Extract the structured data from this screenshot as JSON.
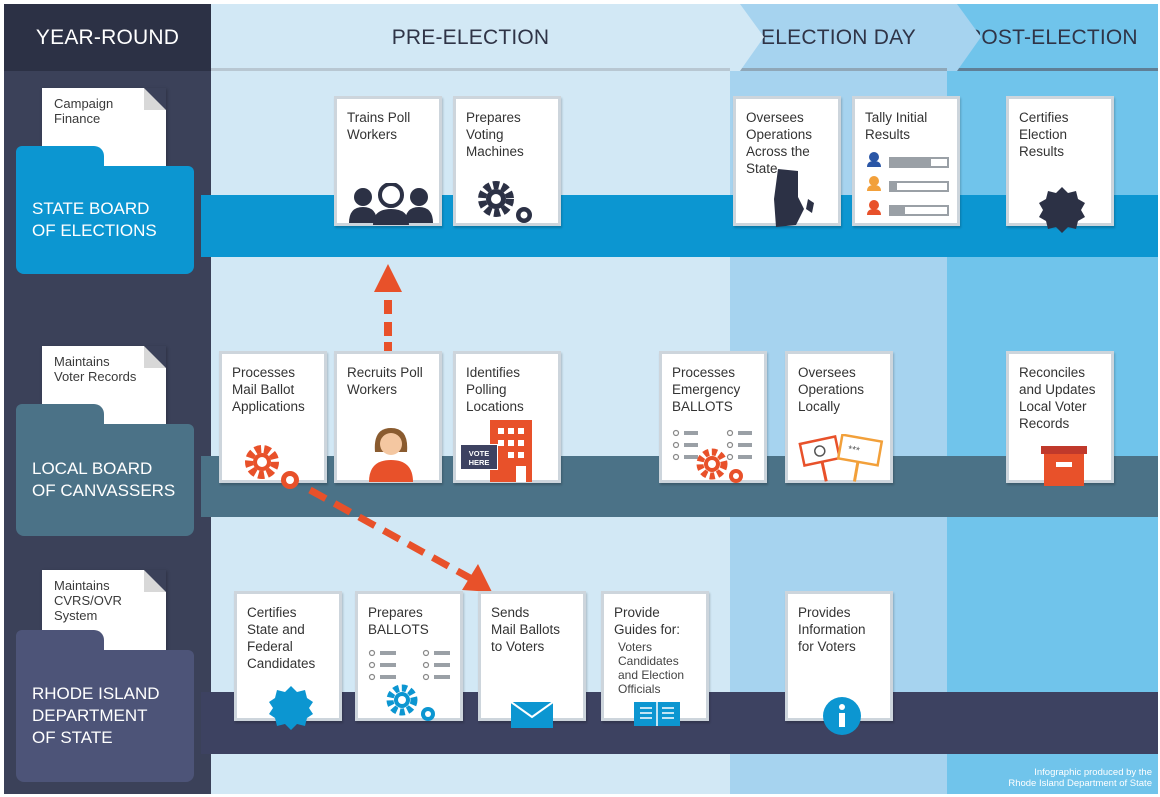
{
  "headers": {
    "year_round": "YEAR-ROUND",
    "pre_election": "PRE-ELECTION",
    "election_day": "ELECTION DAY",
    "post_election": "POST-ELECTION"
  },
  "agencies": {
    "state_board": "STATE BOARD\nOF ELECTIONS",
    "local_board": "LOCAL BOARD\nOF CANVASSERS",
    "ri_dept": "RHODE ISLAND\nDEPARTMENT\nOF STATE"
  },
  "year_round_docs": {
    "campaign_finance": "Campaign\nFinance",
    "voter_records": "Maintains\nVoter Records",
    "cvrs": "Maintains\nCVRS/OVR\nSystem"
  },
  "cards": {
    "trains_poll_workers": "Trains Poll\nWorkers",
    "prepares_voting_machines": "Prepares\nVoting\nMachines",
    "oversees_operations_state": "Oversees\nOperations\nAcross the\nState",
    "tally_initial_results": "Tally Initial\nResults",
    "certifies_election_results": "Certifies\nElection\nResults",
    "processes_mail_ballot_apps": "Processes\nMail Ballot\nApplications",
    "recruits_poll_workers": "Recruits Poll\nWorkers",
    "identifies_polling_locations": "Identifies\nPolling\nLocations",
    "vote_here_sign": "VOTE\nHERE",
    "processes_emergency_ballots": "Processes\nEmergency\nBALLOTS",
    "oversees_operations_locally": "Oversees\nOperations\nLocally",
    "reconciles_updates": "Reconciles\nand Updates\nLocal Voter\nRecords",
    "certifies_candidates": "Certifies\nState and\nFederal\nCandidates",
    "prepares_ballots": "Prepares\nBALLOTS",
    "sends_mail_ballots": "Sends\nMail Ballots\nto Voters",
    "provide_guides": "Provide\nGuides for:",
    "provide_guides_sub": "Voters\nCandidates\nand Election\nOfficials",
    "provides_information": "Provides\nInformation\nfor Voters"
  },
  "credit": "Infographic produced by the\nRhode Island Department of State",
  "colors": {
    "year_round_bg": "#3b4159",
    "pre_election_bg": "#d2e8f5",
    "election_day_bg": "#a6d3ef",
    "post_election_bg": "#70c4eb",
    "state_board": "#0c96d1",
    "local_board": "#4b7287",
    "ri_dept": "#3d4261",
    "accent_orange": "#e8512a"
  }
}
